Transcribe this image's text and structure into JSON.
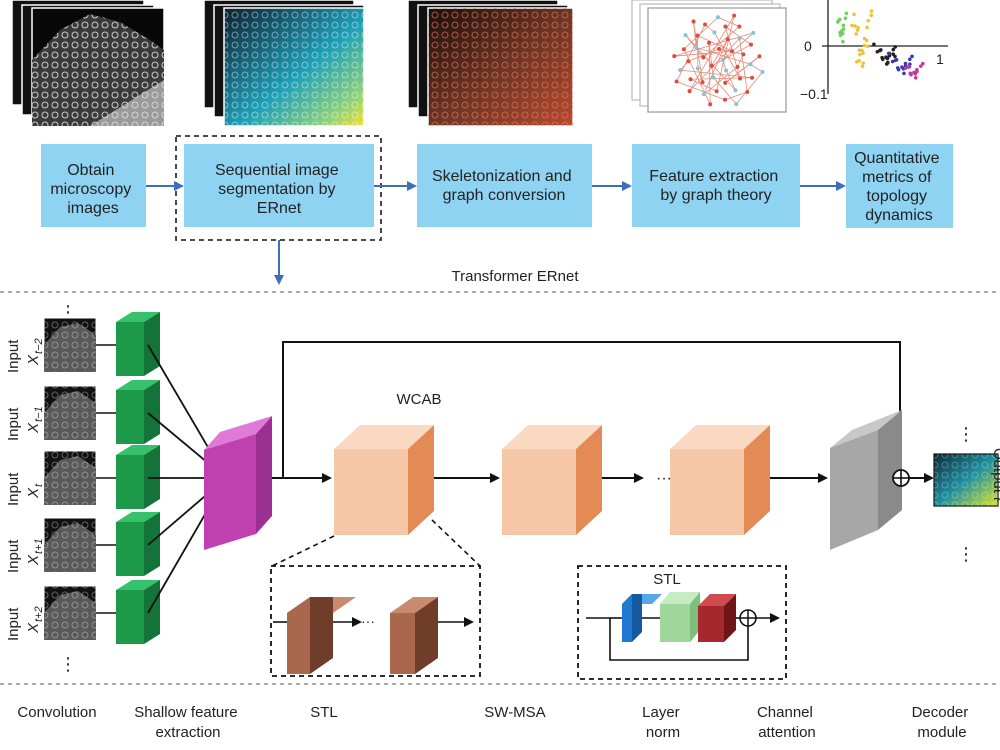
{
  "colors": {
    "step_box": "#8ed3f2",
    "arrow_blue": "#3b6fb6",
    "green": "#1c9a4a",
    "magenta": "#c040b0",
    "peach_front": "#f6c7a6",
    "peach_side": "#e48a55",
    "brown_front": "#a9684e",
    "brown_side": "#6f3d2a",
    "gray": "#a7a7a7",
    "stl_blue": "#2079d0",
    "stl_green": "#9fd69c",
    "stl_red": "#a5282c"
  },
  "workflow": {
    "steps": [
      {
        "lines": [
          "Obtain",
          "microscopy",
          "images"
        ]
      },
      {
        "lines": [
          "Sequential image",
          "segmentation by",
          "ERnet"
        ]
      },
      {
        "lines": [
          "Skeletonization and",
          "graph conversion"
        ]
      },
      {
        "lines": [
          "Feature extraction",
          "by graph theory"
        ]
      },
      {
        "lines": [
          "Quantitative",
          "metrics of",
          "topology",
          "dynamics"
        ]
      }
    ]
  },
  "scatter_axis": {
    "zero": "0",
    "one": "1",
    "neg": "−0.1"
  },
  "section_title": "Transformer ERnet",
  "inputs": [
    {
      "label": "Input",
      "sub": "t−2"
    },
    {
      "label": "Input",
      "sub": "t−1"
    },
    {
      "label": "Input",
      "sub": "t"
    },
    {
      "label": "Input",
      "sub": "t+1"
    },
    {
      "label": "Input",
      "sub": "t+2"
    }
  ],
  "input_var": "X",
  "ellipsis_v": "⋮",
  "ellipsis_h": "···",
  "wcab_label": "WCAB",
  "stl_label": "STL",
  "output_label": "Output",
  "output_sub": "t",
  "legend": [
    {
      "lines": [
        "Convolution"
      ]
    },
    {
      "lines": [
        "Shallow feature",
        "extraction"
      ]
    },
    {
      "lines": [
        "STL"
      ]
    },
    {
      "lines": [
        "SW-MSA"
      ]
    },
    {
      "lines": [
        "Layer",
        "norm"
      ]
    },
    {
      "lines": [
        "Channel",
        "attention"
      ]
    },
    {
      "lines": [
        "Decoder",
        "module"
      ]
    }
  ]
}
